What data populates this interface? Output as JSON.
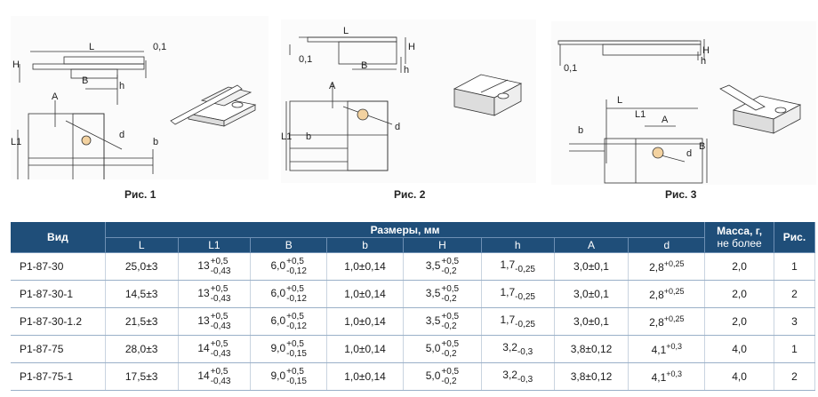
{
  "figures": [
    {
      "caption": "Рис. 1",
      "labels": {
        "L": "L",
        "L1": "L1",
        "B": "B",
        "H": "H",
        "h": "h",
        "b": "b",
        "A": "A",
        "d": "d",
        "t": "0,1"
      }
    },
    {
      "caption": "Рис. 2",
      "labels": {
        "L": "L",
        "L1": "L1",
        "B": "B",
        "H": "H",
        "h": "h",
        "b": "b",
        "A": "A",
        "d": "d",
        "t": "0,1"
      }
    },
    {
      "caption": "Рис. 3",
      "labels": {
        "L": "L",
        "L1": "L1",
        "B": "B",
        "H": "H",
        "h": "h",
        "b": "b",
        "A": "A",
        "d": "d",
        "t": "0,1"
      }
    }
  ],
  "table": {
    "header": {
      "vid": "Вид",
      "sizes": "Размеры, мм",
      "mass_line1": "Масса, г,",
      "mass_line2": "не более",
      "fig": "Рис.",
      "cols": [
        "L",
        "L1",
        "B",
        "b",
        "H",
        "h",
        "A",
        "d"
      ]
    },
    "rows": [
      {
        "name": "Р1-87-30",
        "L": "25,0±3",
        "L1": {
          "v": "13",
          "up": "+0,5",
          "dn": "-0,43"
        },
        "B": {
          "v": "6,0",
          "up": "+0,5",
          "dn": "-0,12"
        },
        "b": "1,0±0,14",
        "H": {
          "v": "3,5",
          "up": "+0,5",
          "dn": "-0,2"
        },
        "h": {
          "v": "1,7",
          "dn": "-0,25"
        },
        "A": "3,0±0,1",
        "d": {
          "v": "2,8",
          "up": "+0,25"
        },
        "mass": "2,0",
        "fig": "1"
      },
      {
        "name": "Р1-87-30-1",
        "L": "14,5±3",
        "L1": {
          "v": "13",
          "up": "+0,5",
          "dn": "-0,43"
        },
        "B": {
          "v": "6,0",
          "up": "+0,5",
          "dn": "-0,12"
        },
        "b": "1,0±0,14",
        "H": {
          "v": "3,5",
          "up": "+0,5",
          "dn": "-0,2"
        },
        "h": {
          "v": "1,7",
          "dn": "-0,25"
        },
        "A": "3,0±0,1",
        "d": {
          "v": "2,8",
          "up": "+0,25"
        },
        "mass": "2,0",
        "fig": "2"
      },
      {
        "name": "Р1-87-30-1.2",
        "L": "21,5±3",
        "L1": {
          "v": "13",
          "up": "+0,5",
          "dn": "-0,43"
        },
        "B": {
          "v": "6,0",
          "up": "+0,5",
          "dn": "-0,12"
        },
        "b": "1,0±0,14",
        "H": {
          "v": "3,5",
          "up": "+0,5",
          "dn": "-0,2"
        },
        "h": {
          "v": "1,7",
          "dn": "-0,25"
        },
        "A": "3,0±0,1",
        "d": {
          "v": "2,8",
          "up": "+0,25"
        },
        "mass": "2,0",
        "fig": "3"
      },
      {
        "name": "Р1-87-75",
        "L": "28,0±3",
        "L1": {
          "v": "14",
          "up": "+0,5",
          "dn": "-0,43"
        },
        "B": {
          "v": "9,0",
          "up": "+0,5",
          "dn": "-0,15"
        },
        "b": "1,0±0,14",
        "H": {
          "v": "5,0",
          "up": "+0,5",
          "dn": "-0,2"
        },
        "h": {
          "v": "3,2",
          "dn": "-0,3"
        },
        "A": "3,8±0,12",
        "d": {
          "v": "4,1",
          "up": "+0,3"
        },
        "mass": "4,0",
        "fig": "1"
      },
      {
        "name": "Р1-87-75-1",
        "L": "17,5±3",
        "L1": {
          "v": "14",
          "up": "+0,5",
          "dn": "-0,43"
        },
        "B": {
          "v": "9,0",
          "up": "+0,5",
          "dn": "-0,15"
        },
        "b": "1,0±0,14",
        "H": {
          "v": "5,0",
          "up": "+0,5",
          "dn": "-0,2"
        },
        "h": {
          "v": "3,2",
          "dn": "-0,3"
        },
        "A": "3,8±0,12",
        "d": {
          "v": "4,1",
          "up": "+0,3"
        },
        "mass": "4,0",
        "fig": "2"
      }
    ]
  }
}
